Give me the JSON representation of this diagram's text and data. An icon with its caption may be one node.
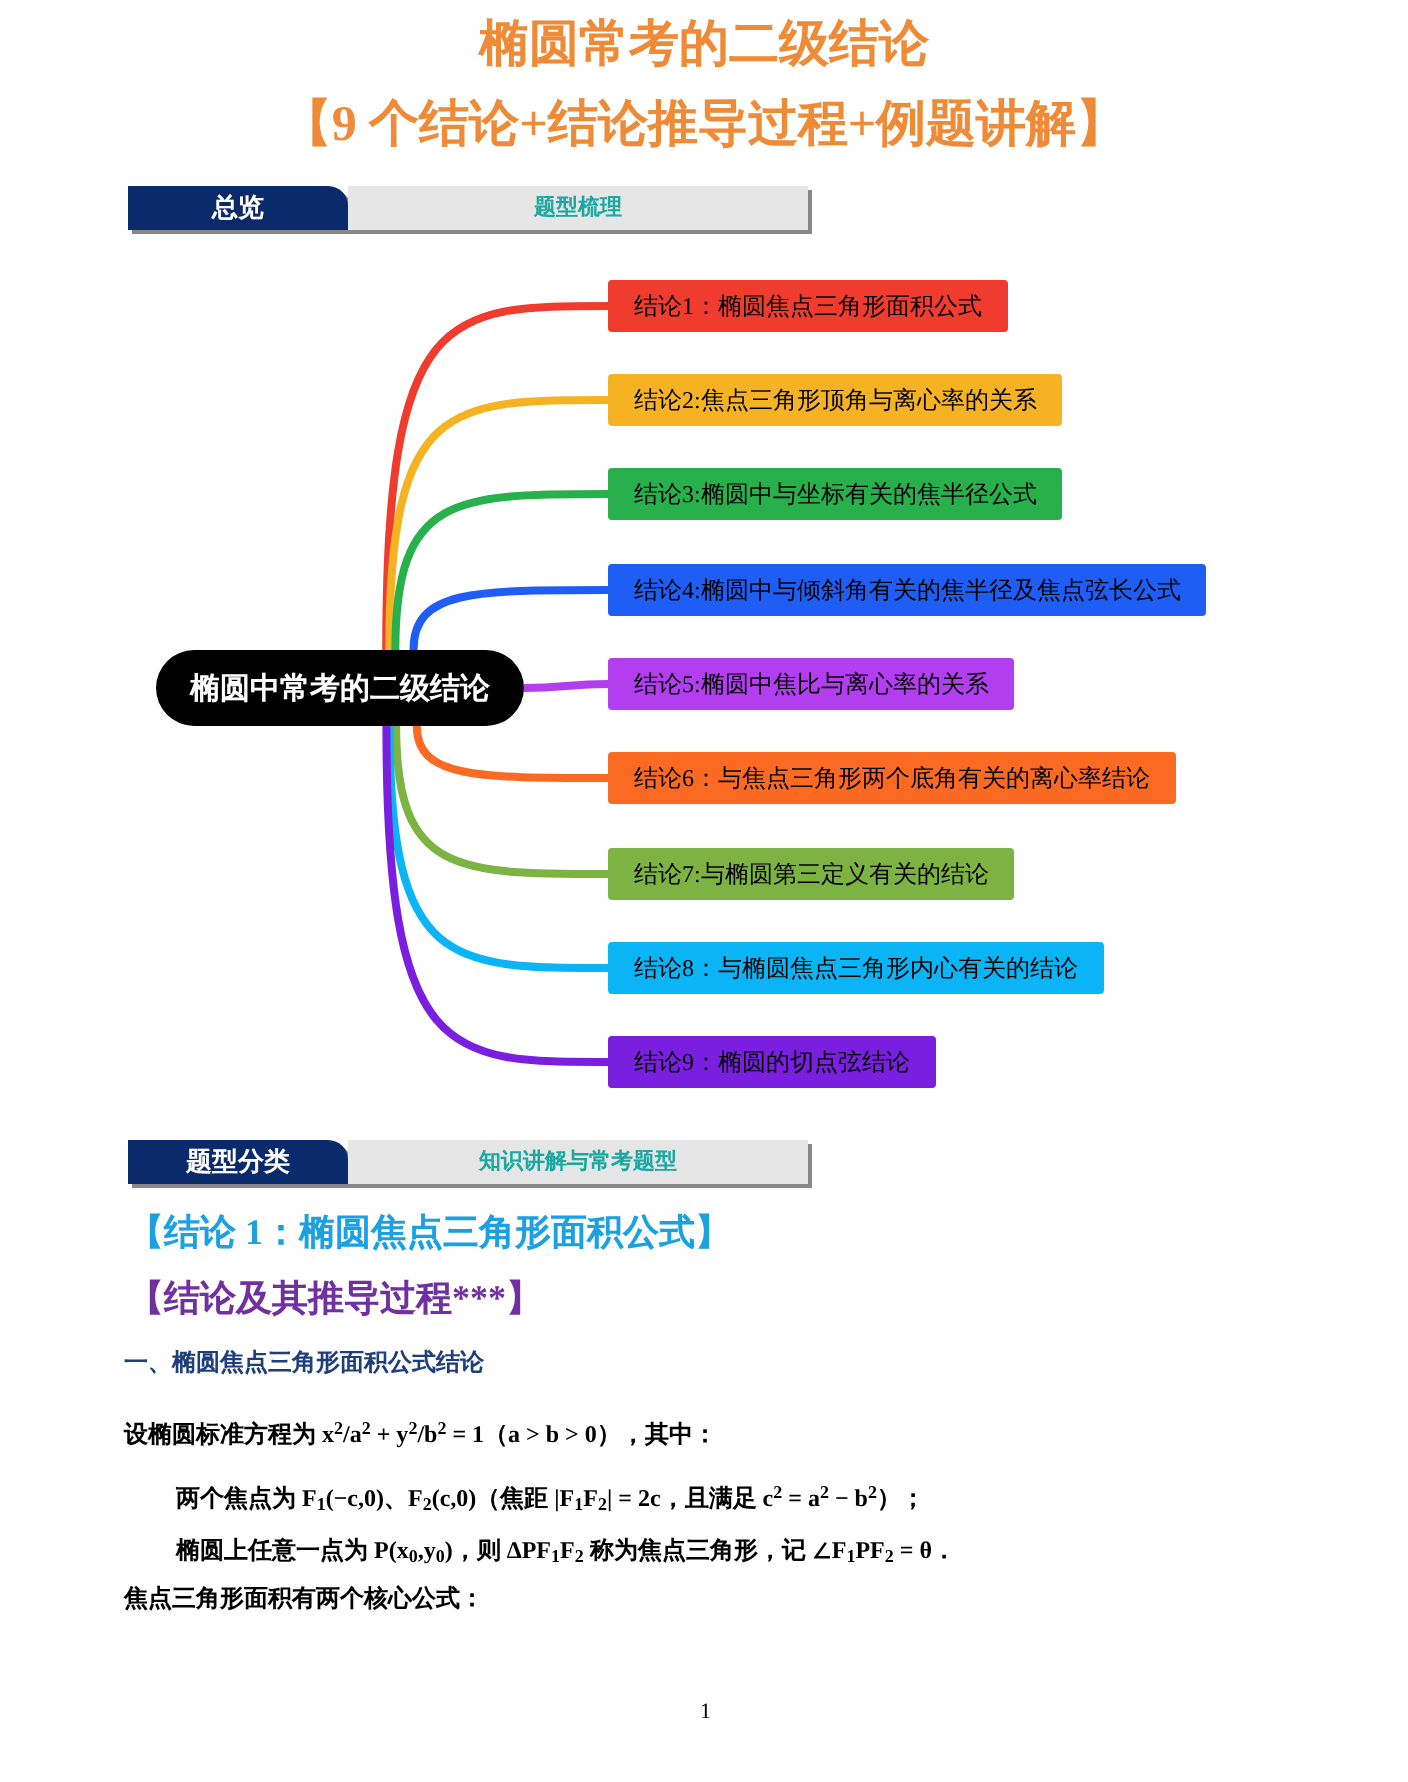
{
  "diagram": {
    "title": "椭圆常考的二级结论",
    "nodes": [
      {
        "text": [
          "椭圆中常考的二级结论"
        ]
      },
      {
        "text": [
          "结论1：椭圆焦点三角形面积公式"
        ]
      },
      {
        "text": [
          "结论2:焦点三角形顶角与离心率的关系"
        ]
      },
      {
        "text": [
          "结论3:椭圆中与坐标有关的焦半径公式"
        ]
      },
      {
        "text": [
          "结论4:椭圆中与倾斜角有关的焦半径及焦点弦长公式"
        ]
      },
      {
        "text": [
          "结论5:椭圆中焦比与离心率的关系"
        ]
      },
      {
        "text": [
          "结论6：与焦点三角形两个底角有关的离心率结论"
        ]
      },
      {
        "text": [
          "结论7:与椭圆第三定义有关的结论"
        ]
      },
      {
        "text": [
          "结论8：与椭圆焦点三角形内心有关的结论"
        ]
      },
      {
        "text": [
          "结论9：椭圆的切点弦结论"
        ]
      }
    ],
    "edges": [
      {
        "from": 0,
        "to": 1,
        "arrow": "none",
        "color": "#f03c2e"
      },
      {
        "from": 0,
        "to": 2,
        "arrow": "none",
        "color": "#f5b324"
      },
      {
        "from": 0,
        "to": 3,
        "arrow": "none",
        "color": "#27b04b"
      },
      {
        "from": 0,
        "to": 4,
        "arrow": "none",
        "color": "#1f5ef5"
      },
      {
        "from": 0,
        "to": 5,
        "arrow": "none",
        "color": "#b23ef0"
      },
      {
        "from": 0,
        "to": 6,
        "arrow": "none",
        "color": "#fb6a22"
      },
      {
        "from": 0,
        "to": 7,
        "arrow": "none",
        "color": "#7cb342"
      },
      {
        "from": 0,
        "to": 8,
        "arrow": "none",
        "color": "#0bb5f5"
      },
      {
        "from": 0,
        "to": 9,
        "arrow": "none",
        "color": "#7a1fe0"
      }
    ],
    "labels": [
      "【9 个结论+结论推导过程+例题讲解】",
      "总览",
      "题型梳理",
      "题型分类",
      "知识讲解与常考题型",
      "【结论 1：椭圆焦点三角形面积公式】",
      "【结论及其推导过程***】",
      "一、椭圆焦点三角形面积公式结论",
      "设椭圆标准方程为 x$^{2}$/a$^{2}$ + y$^{2}$/b$^{2}$ = 1（a > b > 0），其中：",
      "两个焦点为 F$_{1}$(−c,0)、F$_{2}$(c,0)（焦距 |F$_{1}$F$_{2}$| = 2c，且满足 c$^{2}$ = a$^{2}$ − b$^{2}$）；",
      "椭圆上任意一点为 P(x$_{0}$,y$_{0}$)，则 ΔPF$_{1}$F$_{2}$ 称为焦点三角形，记 ∠F$_{1}$PF$_{2}$ = θ．",
      "焦点三角形面积有两个核心公式：",
      "1"
    ]
  }
}
